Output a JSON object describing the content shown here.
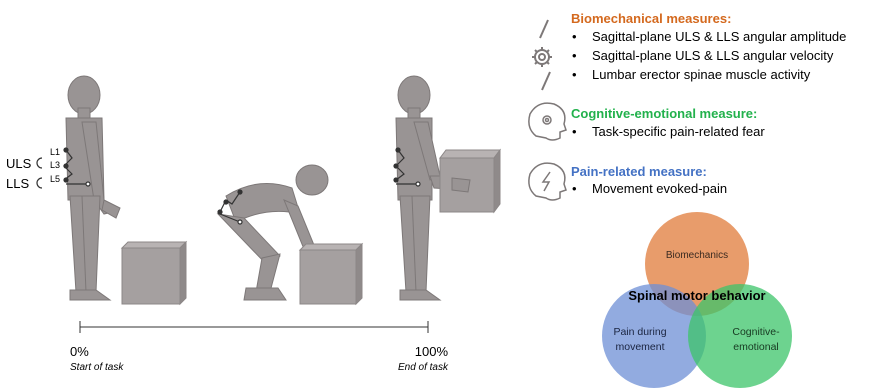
{
  "spine_labels": {
    "uls": "ULS",
    "lls": "LLS",
    "l1": "L1",
    "l3": "L3",
    "l5": "L5"
  },
  "timeline": {
    "start_value": "0%",
    "start_caption": "Start of task",
    "end_value": "100%",
    "end_caption": "End of task"
  },
  "measures": {
    "biomechanical": {
      "title": "Biomechanical measures:",
      "color": "#d4691e",
      "items": [
        "Sagittal-plane ULS & LLS angular amplitude",
        "Sagittal-plane ULS & LLS angular velocity",
        "Lumbar erector spinae muscle activity"
      ]
    },
    "cognitive": {
      "title": "Cognitive-emotional measure:",
      "color": "#22b14c",
      "items": [
        "Task-specific pain-related fear"
      ]
    },
    "pain": {
      "title": "Pain-related measure:",
      "color": "#4472c4",
      "items": [
        "Movement evoked-pain"
      ]
    }
  },
  "venn": {
    "title": "Spinal motor behavior",
    "circles": [
      {
        "label": "Biomechanics",
        "color": "#e07b39"
      },
      {
        "label_line1": "Pain during",
        "label_line2": "movement",
        "color": "#6d8fd6"
      },
      {
        "label_line1": "Cognitive-",
        "label_line2": "emotional",
        "color": "#3cc46a"
      }
    ]
  },
  "icon_names": [
    "gear-icon",
    "head-gear-icon",
    "head-lightning-icon"
  ]
}
